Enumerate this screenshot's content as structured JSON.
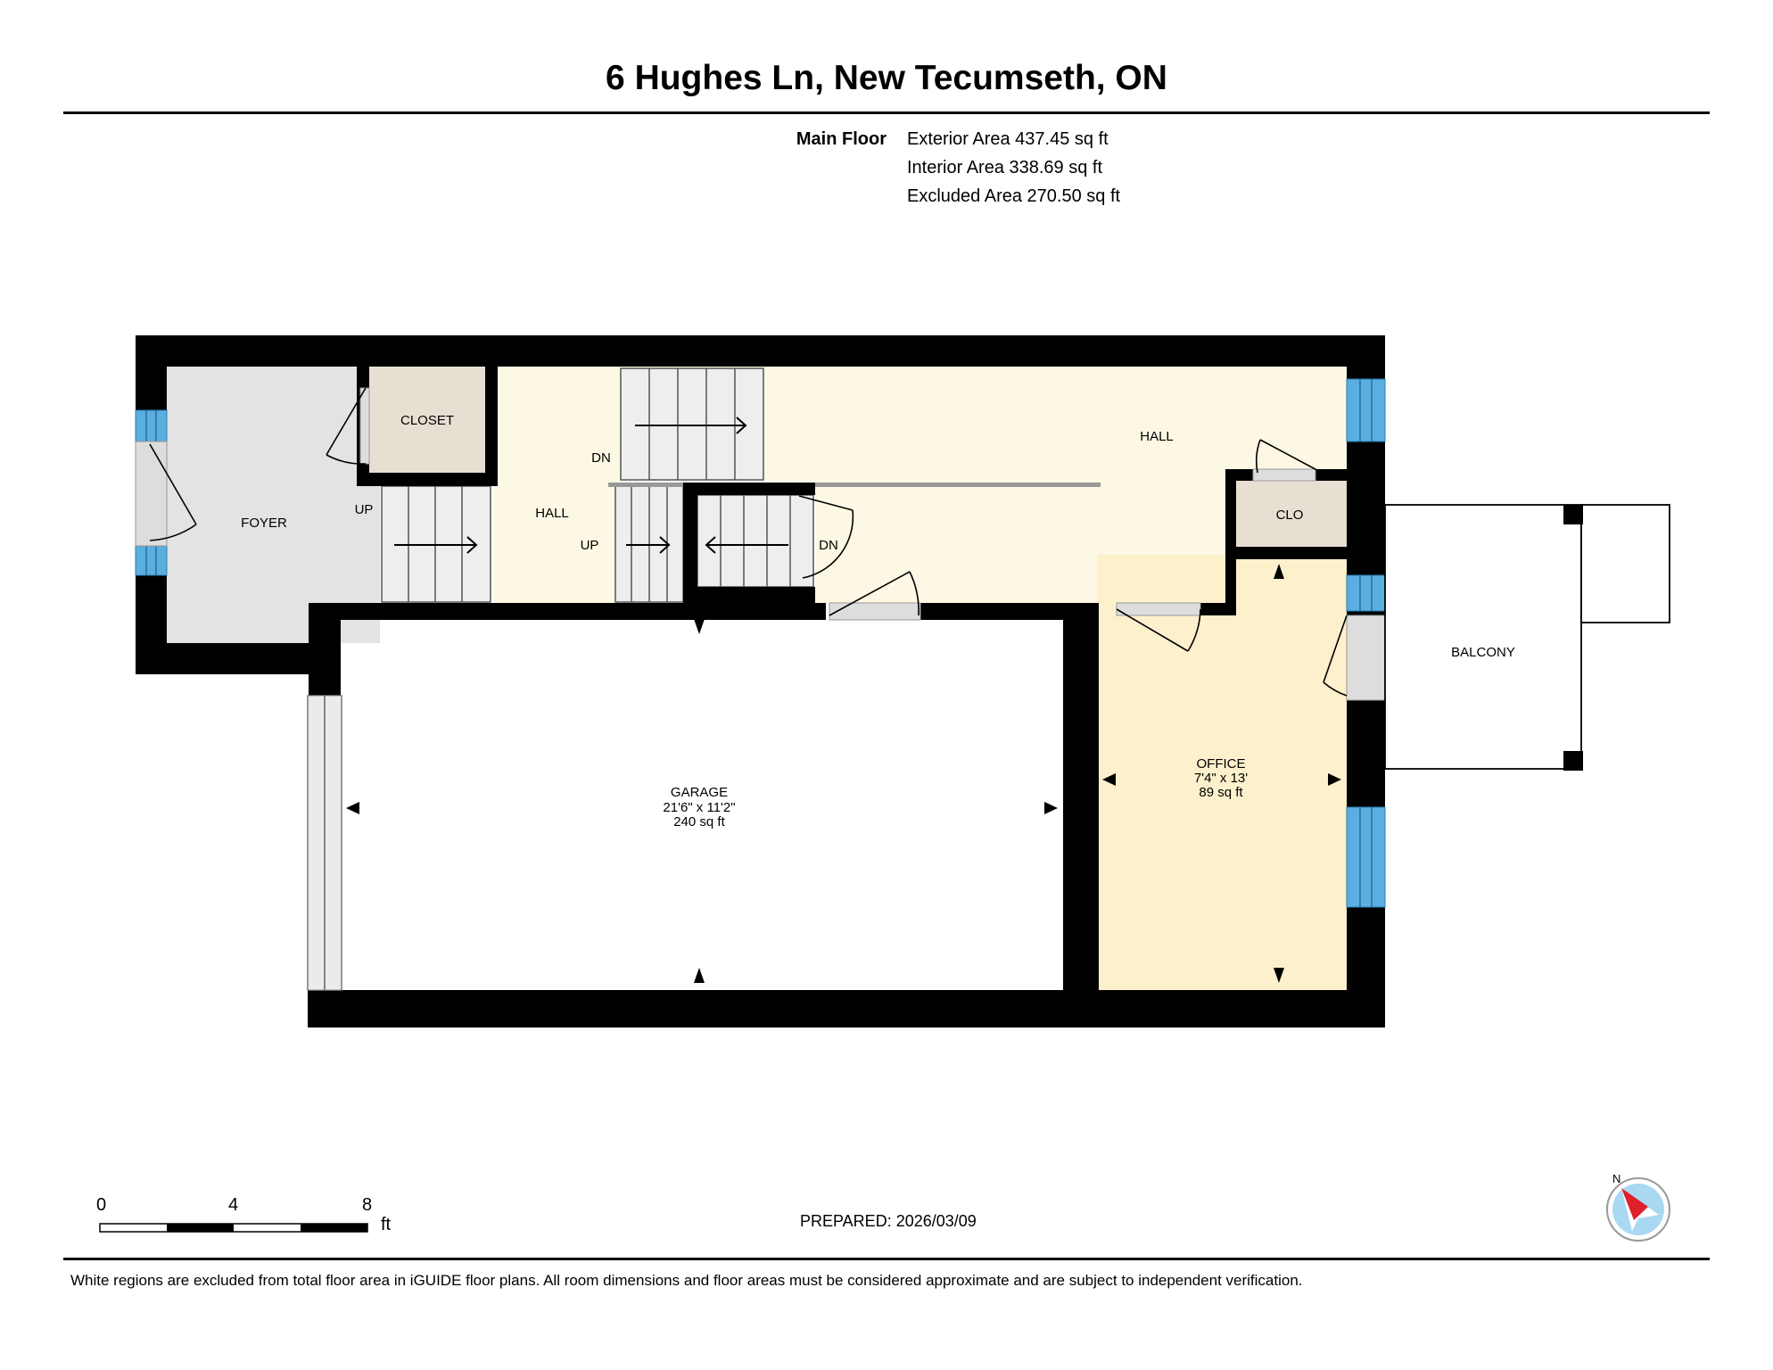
{
  "title": "6 Hughes Ln, New Tecumseth, ON",
  "floor": {
    "name": "Main Floor",
    "exterior_area": "Exterior Area 437.45 sq ft",
    "interior_area": "Interior Area 338.69 sq ft",
    "excluded_area": "Excluded Area 270.50 sq ft"
  },
  "rooms": {
    "foyer": "FOYER",
    "closet": "CLOSET",
    "hall_left": "HALL",
    "hall_right": "HALL",
    "clo": "CLO",
    "balcony": "BALCONY",
    "garage": {
      "name": "GARAGE",
      "dims": "21'6\" x 11'2\"",
      "area": "240 sq ft"
    },
    "office": {
      "name": "OFFICE",
      "dims": "7'4\" x 13'",
      "area": "89 sq ft"
    }
  },
  "stairs": {
    "up_1": "UP",
    "up_2": "UP",
    "dn_1": "DN",
    "dn_2": "DN"
  },
  "scale": {
    "zero": "0",
    "four": "4",
    "eight": "8",
    "unit": "ft"
  },
  "compass": {
    "north": "N"
  },
  "prepared": "PREPARED: 2026/03/09",
  "disclaimer": "White regions are excluded from total floor area in iGUIDE floor plans. All room dimensions and floor areas must be considered approximate and are subject to independent verification.",
  "colors": {
    "wall": "#000000",
    "foyer_fill": "#e3e3e3",
    "closet_fill": "#e7dfd2",
    "hall_fill": "#fdf8e4",
    "office_fill": "#fdf0cc",
    "window": "#5aaee0",
    "compass_needle": "#e0202a",
    "compass_disk": "#a9d8f2"
  }
}
